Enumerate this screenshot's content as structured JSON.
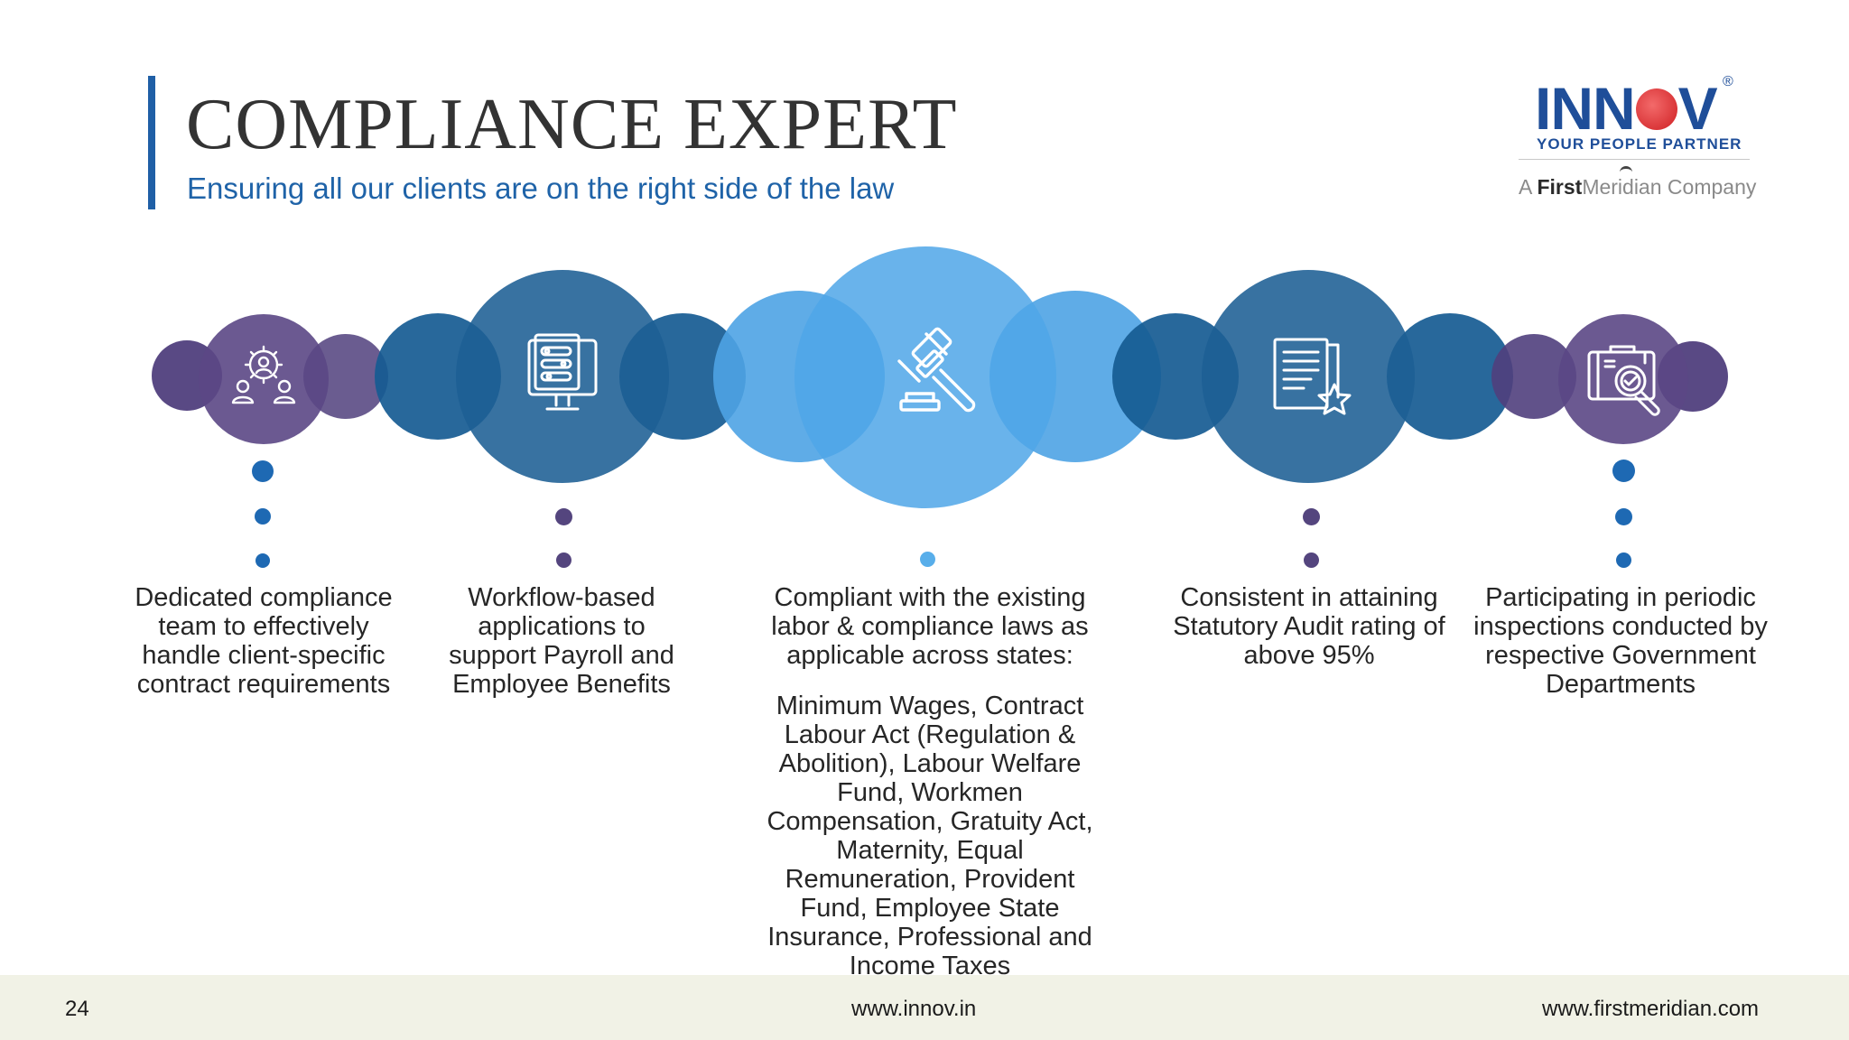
{
  "header": {
    "title": "COMPLIANCE EXPERT",
    "subtitle": "Ensuring all our clients are on the right side of the law"
  },
  "logo": {
    "brand_left": "INN",
    "brand_right": "V",
    "registered": "®",
    "tagline": "YOUR PEOPLE PARTNER",
    "company_prefix": "A",
    "company_bold": "First",
    "company_name": "Meridian",
    "company_suffix": "Company"
  },
  "colors": {
    "purple": "#5b4785",
    "dark_blue": "#1c5f94",
    "light_blue": "#4ba3e3",
    "accent": "#1f5fa6"
  },
  "features": [
    {
      "icon": "team-gear-icon",
      "text": "Dedicated compliance team to effectively handle client-specific contract requirements"
    },
    {
      "icon": "monitor-workflow-icon",
      "text": "Workflow-based applications to support Payroll and Employee Benefits"
    },
    {
      "icon": "gavel-icon",
      "text": "Compliant with the existing labor & compliance laws as applicable across states:",
      "detail": "Minimum Wages, Contract Labour Act (Regulation & Abolition), Labour Welfare Fund, Workmen Compensation, Gratuity Act, Maternity, Equal Remuneration, Provident Fund, Employee State Insurance, Professional and Income Taxes"
    },
    {
      "icon": "document-star-icon",
      "text": "Consistent in attaining Statutory Audit rating of above 95%"
    },
    {
      "icon": "inspection-kit-icon",
      "text": "Participating in periodic inspections conducted by respective Government Departments"
    }
  ],
  "footer": {
    "page_number": "24",
    "website_center": "www.innov.in",
    "website_right": "www.firstmeridian.com"
  }
}
